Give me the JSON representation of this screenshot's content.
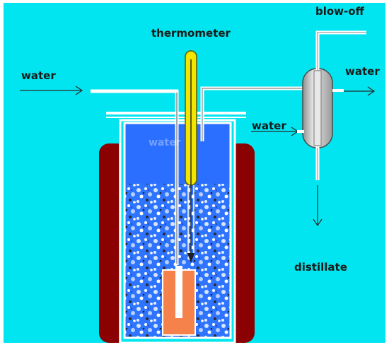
{
  "labels": {
    "thermometer": "thermometer",
    "water_inlet": "water",
    "water_condenser_in": "water",
    "water_condenser_out": "water",
    "water_in_vessel": "water",
    "blow_off": "blow-off",
    "distillate": "distillate"
  },
  "colors": {
    "background": "#00e5ef",
    "frame": "#ffffff",
    "heater": "#8b0000",
    "vessel_water": "#2a6fff",
    "ice": "#a9c9ff",
    "sample": "#f4824a",
    "thermometer_glass": "#f2e600",
    "pipe": "#ffffff",
    "condenser": "#c8c8c8"
  }
}
